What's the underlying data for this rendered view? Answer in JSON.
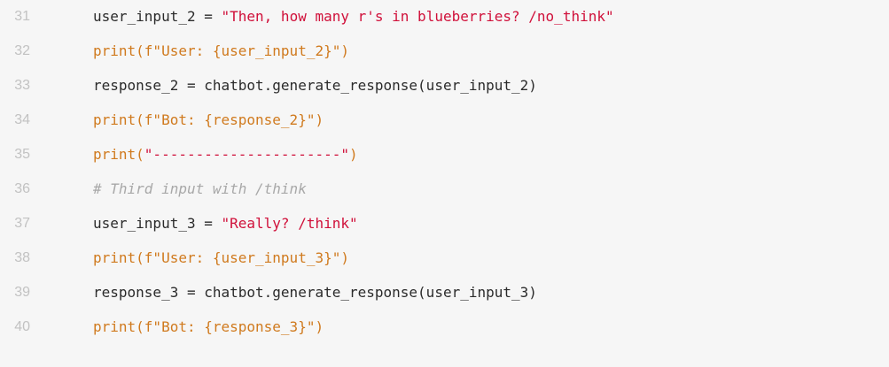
{
  "editor": {
    "lines": [
      {
        "number": "31",
        "tokens": [
          {
            "type": "plain",
            "text": "user_input_2 = "
          },
          {
            "type": "str",
            "text": "\"Then, how many r's in blueberries? /no_think\""
          }
        ]
      },
      {
        "number": "32",
        "tokens": [
          {
            "type": "fn",
            "text": "print(f\"User: {user_input_2}\")"
          }
        ]
      },
      {
        "number": "33",
        "tokens": [
          {
            "type": "plain",
            "text": "response_2 = chatbot.generate_response(user_input_2)"
          }
        ]
      },
      {
        "number": "34",
        "tokens": [
          {
            "type": "fn",
            "text": "print(f\"Bot: {response_2}\")"
          }
        ]
      },
      {
        "number": "35",
        "tokens": [
          {
            "type": "fn",
            "text": "print("
          },
          {
            "type": "str",
            "text": "\"----------------------\""
          },
          {
            "type": "fn",
            "text": ")"
          }
        ]
      },
      {
        "number": "36",
        "tokens": [
          {
            "type": "cm",
            "text": "# Third input with /think"
          }
        ]
      },
      {
        "number": "37",
        "tokens": [
          {
            "type": "plain",
            "text": "user_input_3 = "
          },
          {
            "type": "str",
            "text": "\"Really? /think\""
          }
        ]
      },
      {
        "number": "38",
        "tokens": [
          {
            "type": "fn",
            "text": "print(f\"User: {user_input_3}\")"
          }
        ]
      },
      {
        "number": "39",
        "tokens": [
          {
            "type": "plain",
            "text": "response_3 = chatbot.generate_response(user_input_3)"
          }
        ]
      },
      {
        "number": "40",
        "tokens": [
          {
            "type": "fn",
            "text": "print(f\"Bot: {response_3}\")"
          }
        ]
      }
    ]
  },
  "colors": {
    "background": "#f6f6f6",
    "line_number": "#c2c2c2",
    "plain": "#2b2b2b",
    "string": "#d0103a",
    "function": "#d07a1e",
    "comment": "#a8a8a8"
  }
}
